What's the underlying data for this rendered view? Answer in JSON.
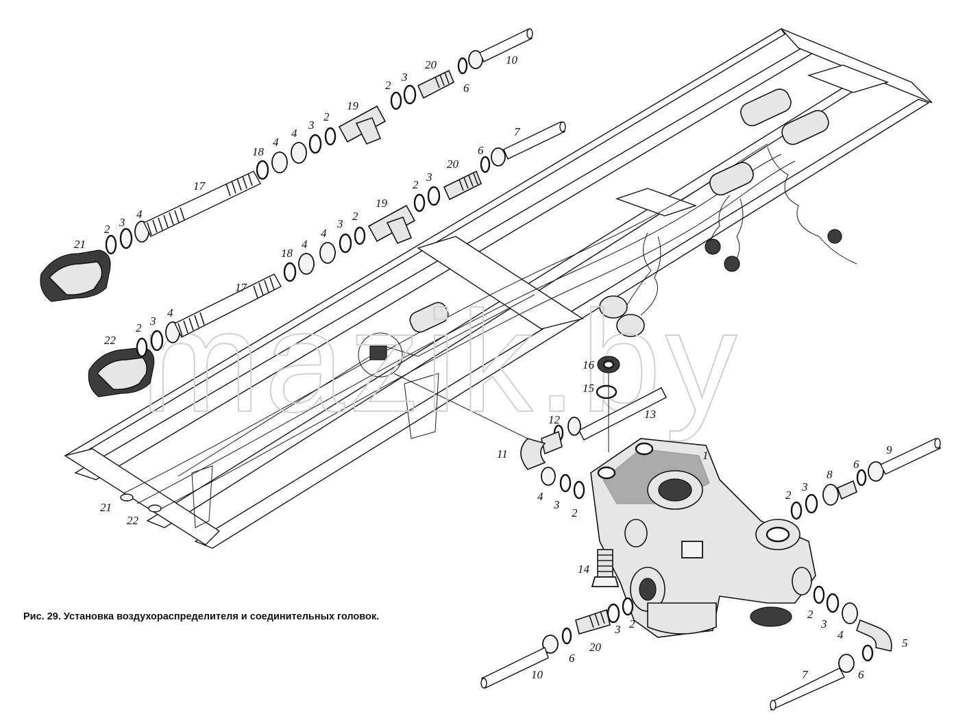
{
  "caption": "Рис. 29. Установка воздухораспределителя и соединительных головок.",
  "watermark": "mazik.by",
  "part_labels": {
    "p1": "1",
    "p2": "2",
    "p3": "3",
    "p4": "4",
    "p5": "5",
    "p6": "6",
    "p7": "7",
    "p8": "8",
    "p9": "9",
    "p10": "10",
    "p11": "11",
    "p12": "12",
    "p13": "13",
    "p14": "14",
    "p15": "15",
    "p16": "16",
    "p17": "17",
    "p18": "18",
    "p19": "19",
    "p20": "20",
    "p21": "21",
    "p22": "22"
  },
  "colors": {
    "ink": "#111111",
    "watermark": "#d0d0d0",
    "background": "#ffffff"
  }
}
